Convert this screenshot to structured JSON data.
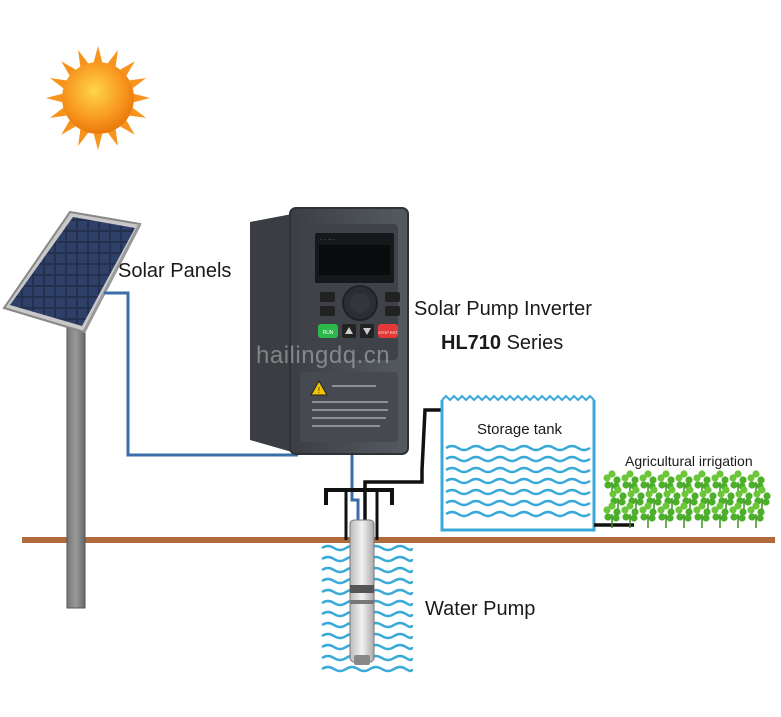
{
  "labels": {
    "solar_panels": "Solar Panels",
    "inverter": "Solar Pump Inverter",
    "series_model": "HL710",
    "series_word": "Series",
    "storage_tank": "Storage tank",
    "irrigation": "Agricultural irrigation",
    "water_pump": "Water Pump"
  },
  "watermark": "hailingdq.cn",
  "inverter_device": {
    "btn_run": "RUN",
    "btn_stop": "STOP RST"
  },
  "colors": {
    "wire": "#3a6ea8",
    "pipe": "#111111",
    "ground": "#b06a3c",
    "water": "#39a9d9",
    "sun": "#f7941d",
    "inverter_body": "#4a4e54",
    "plant": "#4caf2a"
  },
  "icons": [
    "sun-icon",
    "solar-panel-icon",
    "inverter-icon",
    "plant-icon",
    "warning-icon"
  ]
}
